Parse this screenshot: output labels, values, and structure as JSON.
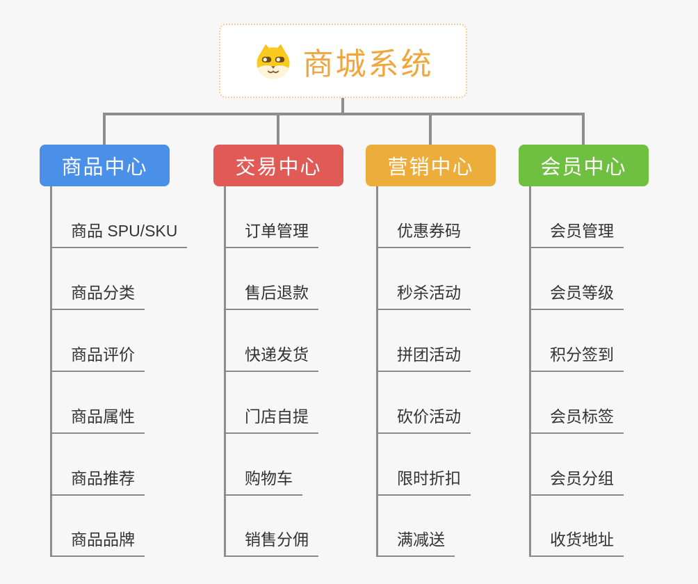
{
  "page": {
    "background": "#f7f7f7"
  },
  "root": {
    "title": "商城系统",
    "title_color": "#f0a63c",
    "border_color": "#f4cd90",
    "icon": "dog-face-icon"
  },
  "connector_color": "#8e8e8e",
  "item_text_color": "#333333",
  "branches": [
    {
      "label": "商品中心",
      "color": "#4a90e8",
      "items": [
        "商品 SPU/SKU",
        "商品分类",
        "商品评价",
        "商品属性",
        "商品推荐",
        "商品品牌"
      ]
    },
    {
      "label": "交易中心",
      "color": "#e25a56",
      "items": [
        "订单管理",
        "售后退款",
        "快递发货",
        "门店自提",
        "购物车",
        "销售分佣"
      ]
    },
    {
      "label": "营销中心",
      "color": "#edad3a",
      "items": [
        "优惠券码",
        "秒杀活动",
        "拼团活动",
        "砍价活动",
        "限时折扣",
        "满减送"
      ]
    },
    {
      "label": "会员中心",
      "color": "#6fbf40",
      "items": [
        "会员管理",
        "会员等级",
        "积分签到",
        "会员标签",
        "会员分组",
        "收货地址"
      ]
    }
  ]
}
